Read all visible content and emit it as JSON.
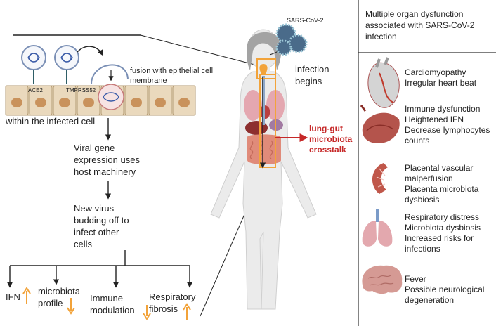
{
  "right_panel": {
    "header": [
      "Multiple organ dysfunction",
      "associated with SARS-CoV-2",
      "infection"
    ],
    "organs": [
      {
        "name": "heart",
        "icon": "heart-icon",
        "lines": [
          "Cardiomyopathy",
          "Irregular heart beat"
        ]
      },
      {
        "name": "spleen",
        "icon": "spleen-icon",
        "lines": [
          "Immune dysfunction",
          "Heightened IFN",
          "Decrease lymphocytes",
          "counts"
        ]
      },
      {
        "name": "placenta",
        "icon": "placenta-icon",
        "lines": [
          "Placental vascular",
          "malperfusion",
          "Placenta microbiota",
          "dysbiosis"
        ]
      },
      {
        "name": "lungs",
        "icon": "lungs-icon",
        "lines": [
          "Respiratory distress",
          "Microbiota dysbiosis",
          "Increased risks for",
          "infections"
        ]
      },
      {
        "name": "brain",
        "icon": "brain-icon",
        "lines": [
          "Fever",
          "Possible neurological",
          "degeneration"
        ]
      }
    ]
  },
  "cell_panel": {
    "receptor_labels": [
      "ACE2",
      "TMPRSS52"
    ],
    "fusion_label": [
      "fusion with epithelial cell",
      "membrane"
    ],
    "within_label": "within  the infected cell"
  },
  "flow": {
    "step1": [
      "Viral gene",
      "expression uses",
      "host machinery"
    ],
    "step2": [
      "New virus",
      "budding off to",
      "infect other",
      "cells"
    ],
    "outcomes": [
      {
        "lines": [
          "IFN"
        ],
        "arrow": "up"
      },
      {
        "lines": [
          "microbiota",
          "profile"
        ],
        "arrow": "down"
      },
      {
        "lines": [
          "Immune",
          "modulation"
        ],
        "arrow": "down"
      },
      {
        "lines": [
          "Respiratory",
          "fibrosis"
        ],
        "arrow": "up"
      }
    ]
  },
  "body_panel": {
    "virus_label": "SARS-CoV-2",
    "infection_label": [
      "infection",
      "begins"
    ],
    "crosstalk_label": [
      "lung-gut",
      "microbiota",
      "crosstalk"
    ]
  },
  "colors": {
    "arrow_up_down": "#f2a33a",
    "accent_red": "#c62828",
    "cell": "#ead9bd",
    "nucleus": "#c9925c",
    "skin": "#e9e9e9",
    "organ_pink": "#d98888"
  }
}
